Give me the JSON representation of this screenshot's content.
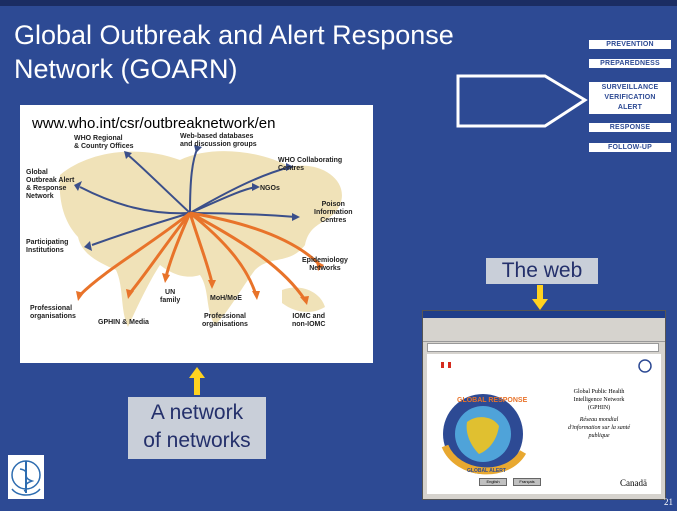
{
  "title_line1": "Global Outbreak and Alert Response",
  "title_line2": "Network (GOARN)",
  "pills": {
    "prevention": "PREVENTION",
    "preparedness": "PREPAREDNESS",
    "surveillance": "SURVEILLANCE",
    "verification": "VERIFICATION",
    "alert": "ALERT",
    "response": "RESPONSE",
    "followup": "FOLLOW-UP"
  },
  "map": {
    "url": "www.who.int/csr/outbreaknetwork/en",
    "labels": {
      "who_regional": "WHO Regional\n& Country Offices",
      "web_databases": "Web-based databases\nand discussion groups",
      "who_collab": "WHO Collaborating\nCentres",
      "goarn": "Global\nOutbreak Alert\n& Response\nNetwork",
      "ngos": "NGOs",
      "poison": "Poison\nInformation\nCentres",
      "participating": "Participating\nInstitutions",
      "epidemiology": "Epidemiology\nNetworks",
      "un_family": "UN\nfamily",
      "mohimoe": "MoH/MoE",
      "prof_org_left": "Professional\norganisations",
      "gphin_media": "GPHIN & Media",
      "prof_org_right": "Professional\norganisations",
      "iomc": "IOMC and\nnon-IOMC"
    }
  },
  "callouts": {
    "web": "The web",
    "network_line1": "A network",
    "network_line2": "of networks"
  },
  "screenshot": {
    "title_line1": "Global Public Health",
    "title_line2": "Intelligence Network",
    "title_line3": "(GPHIN)",
    "fr_line1": "Réseau mondial",
    "fr_line2": "d'information sur la santé",
    "fr_line3": "publique",
    "ribbon_top": "GLOBAL RESPONSE",
    "ribbon_bottom": "GLOBAL ALERT",
    "canada": "Canadä",
    "english_btn": "English",
    "francais_btn": "Français"
  },
  "page_number": "21",
  "colors": {
    "background": "#2d4a94",
    "orange_arrows": "#e8732a",
    "navy_arrows": "#3b4f8a",
    "callout_arrow": "#ffd21f"
  }
}
